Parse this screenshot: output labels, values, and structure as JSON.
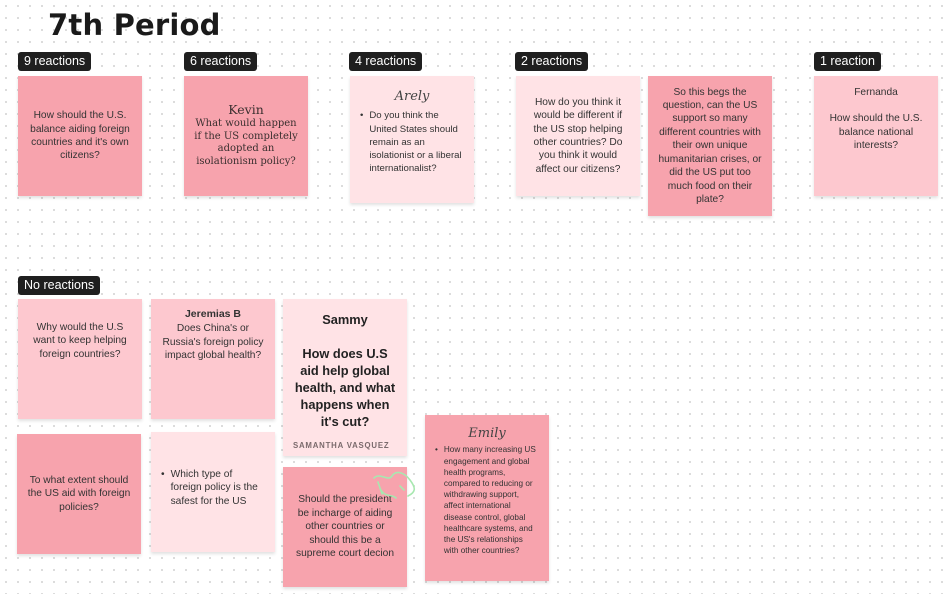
{
  "board": {
    "title": "7th Period"
  },
  "badges": {
    "nine": "9 reactions",
    "six": "6 reactions",
    "four": "4 reactions",
    "two": "2 reactions",
    "one": "1 reaction",
    "none": "No reactions"
  },
  "notes": {
    "n1": {
      "text": "How should the U.S. balance aiding foreign countries and it's own citizens?"
    },
    "n2": {
      "author": "Kevin",
      "text": "What would happen if the US completely adopted an isolationism policy?"
    },
    "n3": {
      "author": "Arely",
      "text": "Do you think the United States should remain as an isolationist or a liberal internationalist?"
    },
    "n4": {
      "text": "How do you think it would be different if the US stop helping other countries? Do you think it would affect our citizens?"
    },
    "n5": {
      "text": "So this begs the question, can the US support so many different countries with their own unique humanitarian crises, or did the US put too much food on their plate?"
    },
    "n6": {
      "author": "Fernanda",
      "text": "How should the U.S. balance national interests?"
    },
    "n7": {
      "text": "Why would the U.S want to keep helping foreign countries?"
    },
    "n8": {
      "author": "Jeremias B",
      "text": "Does China's or Russia's foreign policy impact global health?"
    },
    "n9": {
      "author": "Sammy",
      "text": "How does U.S aid help global health, and what happens when it's cut?",
      "signature": "SAMANTHA VASQUEZ"
    },
    "n10": {
      "text": "To what extent should the US aid with foreign policies?"
    },
    "n11": {
      "text": "Which type of foreign policy is the safest for the US"
    },
    "n12": {
      "text": "Should the president be incharge of aiding other countries or should this be a supreme court decion"
    },
    "n13": {
      "author": "Emily",
      "text": "How many increasing US engagement and global health programs, compared to reducing or withdrawing support, affect international disease control, global healthcare systems, and the US's relationships with other countries?"
    }
  }
}
